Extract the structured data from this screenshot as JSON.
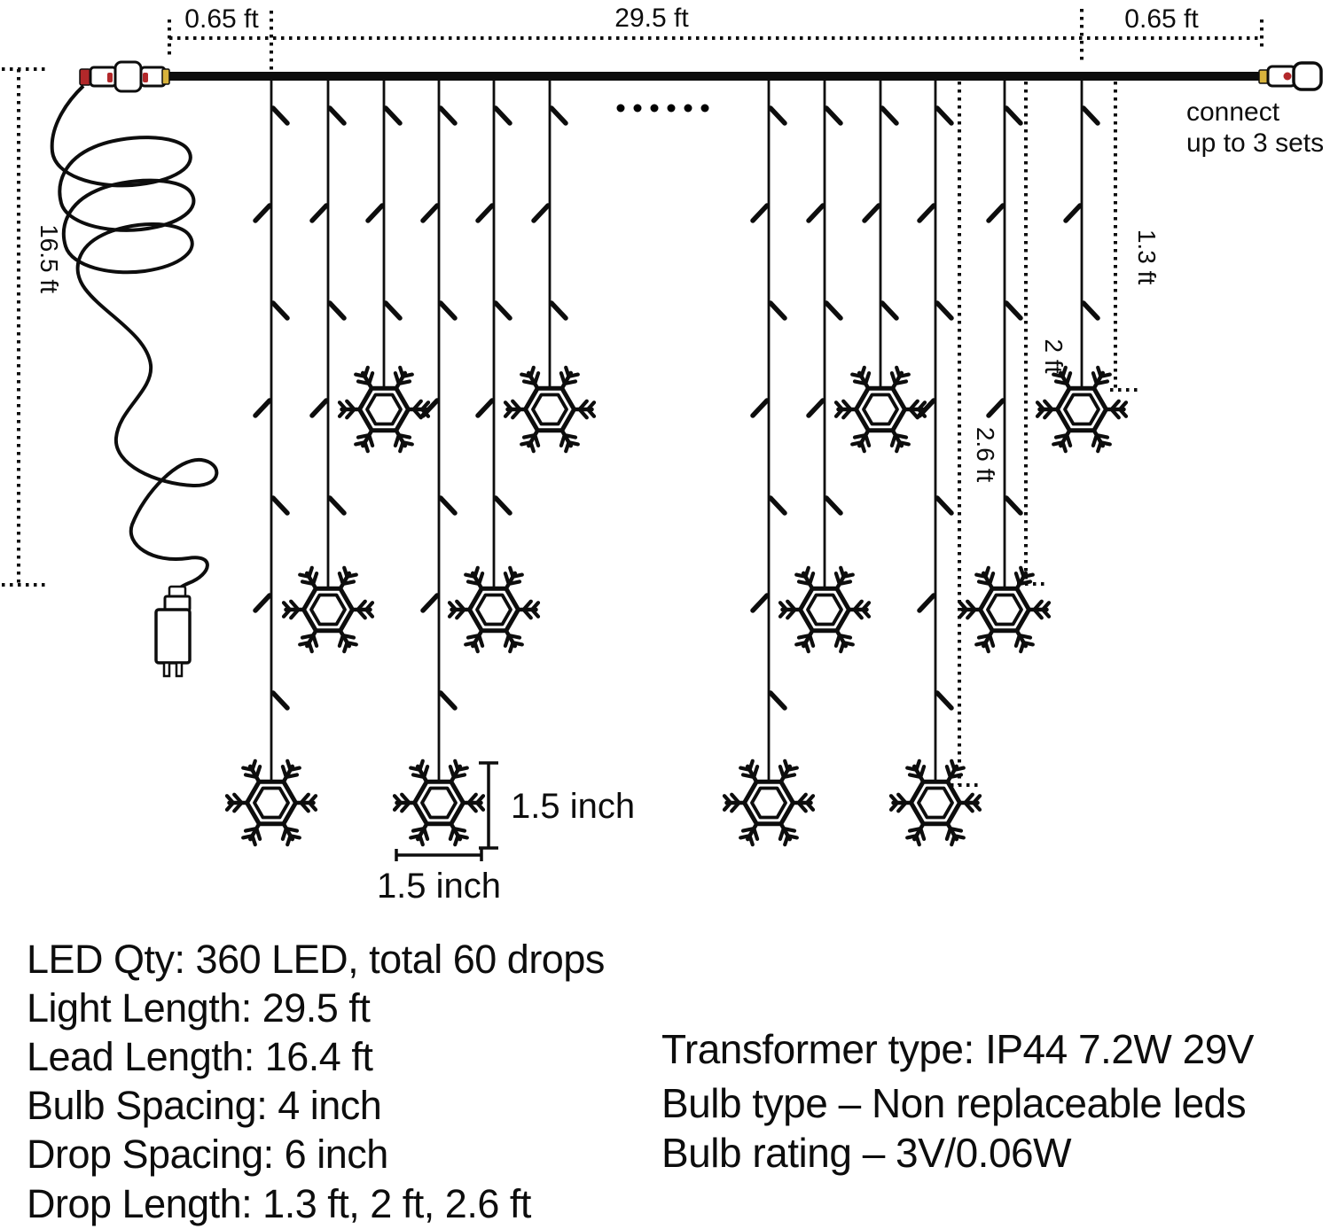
{
  "colors": {
    "line": "#0d0d0d",
    "background": "#ffffff",
    "connector_red": "#b2282a",
    "connector_yellow": "#d8b33c"
  },
  "top_dimensions": {
    "left_offset": "0.65 ft",
    "span": "29.5 ft",
    "right_offset": "0.65 ft"
  },
  "lead_dimension": "16.5 ft",
  "drop_dimensions": {
    "short": "1.3 ft",
    "medium": "2 ft",
    "long": "2.6 ft"
  },
  "snowflake_dimensions": {
    "height": "1.5 inch",
    "width": "1.5 inch"
  },
  "connect_note": {
    "line1": "connect",
    "line2": "up to 3 sets"
  },
  "specs_left": {
    "lines": [
      "LED Qty: 360 LED,  total 60 drops",
      "Light Length: 29.5 ft",
      "Lead Length: 16.4 ft",
      "Bulb Spacing: 4 inch",
      "Drop Spacing: 6 inch",
      "Drop Length: 1.3 ft, 2 ft, 2.6 ft"
    ]
  },
  "specs_right": {
    "lines": [
      "Transformer type: IP44 7.2W 29V",
      "Bulb type – Non replaceable leds",
      "Bulb rating – 3V/0.06W"
    ]
  }
}
